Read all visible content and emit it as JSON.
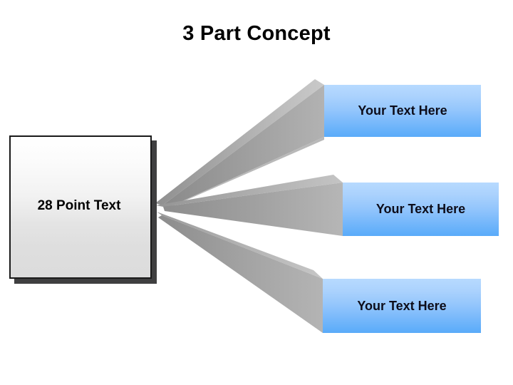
{
  "slide": {
    "title": "3 Part Concept",
    "background_color": "#ffffff"
  },
  "source": {
    "label": "28 Point Text",
    "gradient_top": "#ffffff",
    "gradient_bottom": "#dcdcdc",
    "border_color": "#1a1a1a",
    "shadow_color": "#3f3f40"
  },
  "results": [
    {
      "label": "Your Text Here"
    },
    {
      "label": "Your Text Here"
    },
    {
      "label": "Your Text Here"
    }
  ],
  "colors": {
    "blue_top": "#b7daff",
    "blue_bottom": "#5aabf9",
    "wedge_top_face": "#c2c2c2",
    "wedge_front_face": "#9d9d9d",
    "text": "#000000"
  }
}
